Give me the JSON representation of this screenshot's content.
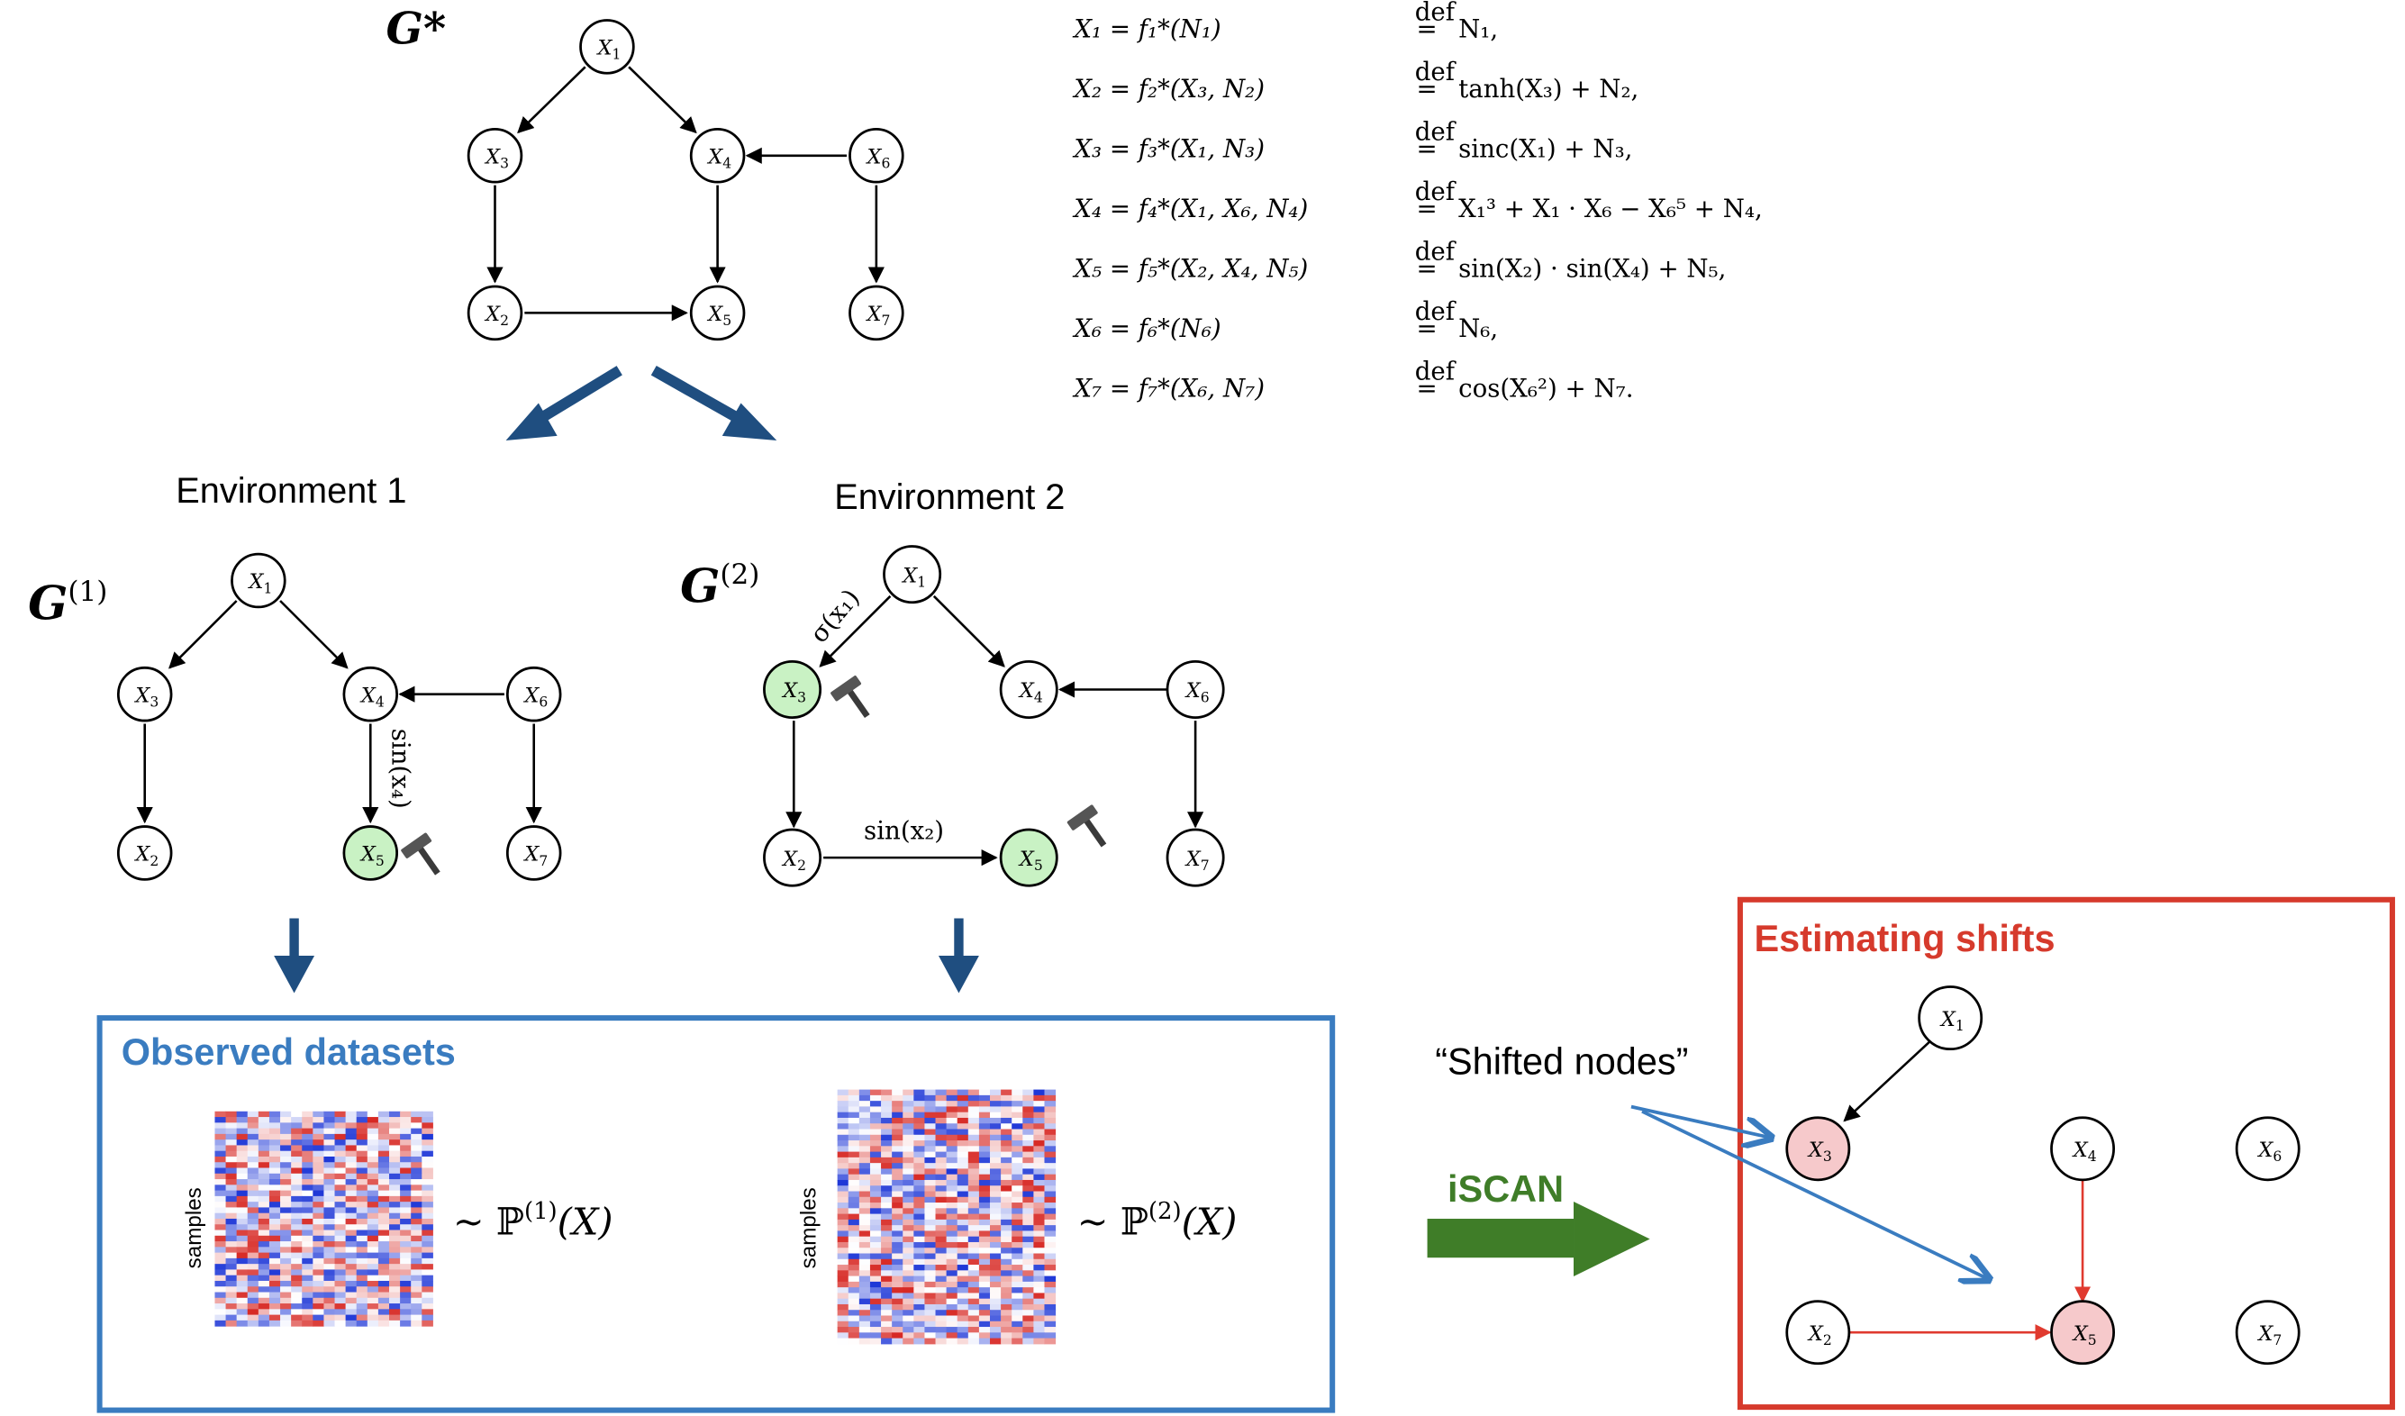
{
  "true_graph": {
    "label": "G*"
  },
  "equations": [
    {
      "lhs": "X₁ = f₁*(N₁)",
      "rhs": "N₁,"
    },
    {
      "lhs": "X₂ = f₂*(X₃, N₂)",
      "rhs": "tanh(X₃) + N₂,"
    },
    {
      "lhs": "X₃ = f₃*(X₁, N₃)",
      "rhs": "sinc(X₁) + N₃,"
    },
    {
      "lhs": "X₄ = f₄*(X₁, X₆, N₄)",
      "rhs": "X₁³ + X₁ · X₆ − X₆⁵ + N₄,"
    },
    {
      "lhs": "X₅ = f₅*(X₂, X₄, N₅)",
      "rhs": "sin(X₂) · sin(X₄) + N₅,"
    },
    {
      "lhs": "X₆ = f₆*(N₆)",
      "rhs": "N₆,"
    },
    {
      "lhs": "X₇ = f₇*(X₆, N₇)",
      "rhs": "cos(X₆²) + N₇."
    }
  ],
  "def_symbol": "def",
  "environments": [
    {
      "title": "Environment 1",
      "graph_label": "G",
      "graph_sup": "(1)",
      "edge_label": "sin(x₄)"
    },
    {
      "title": "Environment 2",
      "graph_label": "G",
      "graph_sup": "(2)",
      "edge_label_1": "σ(x₁)",
      "edge_label_2": "sin(x₂)"
    }
  ],
  "nodes": {
    "x1": "X",
    "x2": "X",
    "x3": "X",
    "x4": "X",
    "x5": "X",
    "x6": "X",
    "x7": "X",
    "subs": [
      "1",
      "2",
      "3",
      "4",
      "5",
      "6",
      "7"
    ]
  },
  "observed": {
    "title": "Observed datasets",
    "samples_label": "samples",
    "dist_1_prefix": "~ ℙ",
    "dist_1_sup": "(1)",
    "dist_1_suffix": "(X)",
    "dist_2_prefix": "~ ℙ",
    "dist_2_sup": "(2)",
    "dist_2_suffix": "(X)"
  },
  "method": {
    "label": "iSCAN",
    "arrow_color": "#3f7d28"
  },
  "shifts": {
    "title": "Estimating shifts",
    "callout": "“Shifted nodes”"
  },
  "colors": {
    "blue_arrow": "#1f4e80",
    "blue_box": "#3a7cc0",
    "red_box": "#d63a2c",
    "shifted_node": "#f6c9cb",
    "intervened_node": "#c9f2c4",
    "heatmap_red": "#d73027",
    "heatmap_blue": "#2b3bd6"
  }
}
